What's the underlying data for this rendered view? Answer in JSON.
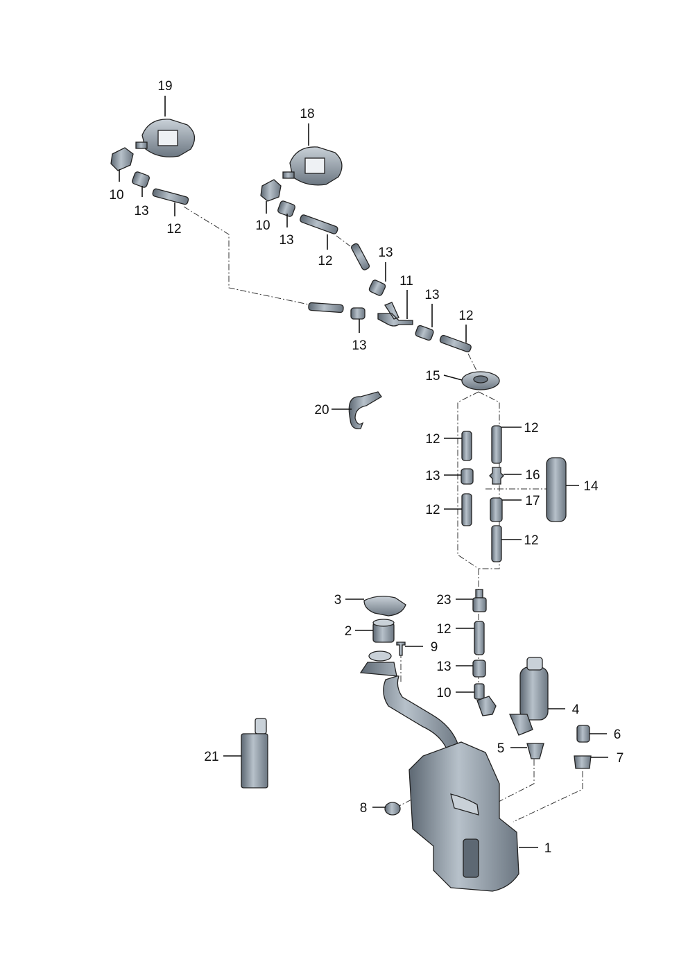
{
  "colors": {
    "part_fill": "#8f9ba7",
    "part_light": "#c9d1d8",
    "part_dark": "#5d6873",
    "line": "#111111",
    "background": "#ffffff"
  },
  "callouts": [
    {
      "id": "c19",
      "number": "19"
    },
    {
      "id": "c18",
      "number": "18"
    },
    {
      "id": "c10a",
      "number": "10"
    },
    {
      "id": "c13a",
      "number": "13"
    },
    {
      "id": "c12a",
      "number": "12"
    },
    {
      "id": "c10b",
      "number": "10"
    },
    {
      "id": "c13b",
      "number": "13"
    },
    {
      "id": "c12b",
      "number": "12"
    },
    {
      "id": "c13c",
      "number": "13"
    },
    {
      "id": "c11",
      "number": "11"
    },
    {
      "id": "c13d",
      "number": "13"
    },
    {
      "id": "c12c",
      "number": "12"
    },
    {
      "id": "c13e",
      "number": "13"
    },
    {
      "id": "c15",
      "number": "15"
    },
    {
      "id": "c20",
      "number": "20"
    },
    {
      "id": "c12d",
      "number": "12"
    },
    {
      "id": "c12e",
      "number": "12"
    },
    {
      "id": "c13f",
      "number": "13"
    },
    {
      "id": "c16",
      "number": "16"
    },
    {
      "id": "c14",
      "number": "14"
    },
    {
      "id": "c12f",
      "number": "12"
    },
    {
      "id": "c17",
      "number": "17"
    },
    {
      "id": "c12g",
      "number": "12"
    },
    {
      "id": "c3",
      "number": "3"
    },
    {
      "id": "c23",
      "number": "23"
    },
    {
      "id": "c2",
      "number": "2"
    },
    {
      "id": "c12h",
      "number": "12"
    },
    {
      "id": "c9",
      "number": "9"
    },
    {
      "id": "c13g",
      "number": "13"
    },
    {
      "id": "c10c",
      "number": "10"
    },
    {
      "id": "c4",
      "number": "4"
    },
    {
      "id": "c6",
      "number": "6"
    },
    {
      "id": "c5",
      "number": "5"
    },
    {
      "id": "c21",
      "number": "21"
    },
    {
      "id": "c7",
      "number": "7"
    },
    {
      "id": "c8",
      "number": "8"
    },
    {
      "id": "c1",
      "number": "1"
    }
  ]
}
